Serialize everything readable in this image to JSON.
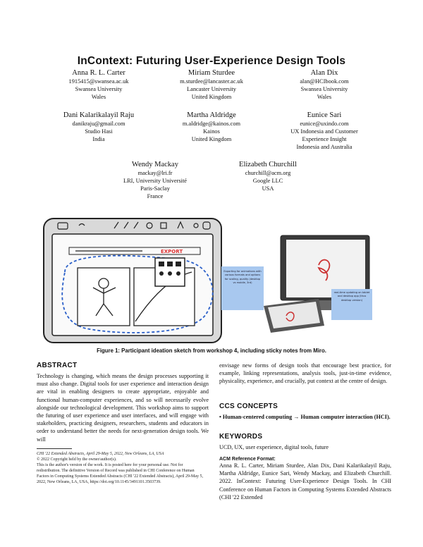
{
  "title": "InContext: Futuring User-Experience Design Tools",
  "authors": [
    {
      "name": "Anna R. L. Carter",
      "email": "1915415@swansea.ac.uk",
      "affil1": "Swansea University",
      "affil2": "Wales",
      "affil3": ""
    },
    {
      "name": "Miriam Sturdee",
      "email": "m.sturdee@lancaster.ac.uk",
      "affil1": "Lancaster University",
      "affil2": "United Kingdom",
      "affil3": ""
    },
    {
      "name": "Alan Dix",
      "email": "alan@HCIbook.com",
      "affil1": "Swansea University",
      "affil2": "Wales",
      "affil3": ""
    },
    {
      "name": "Dani Kalarikalayil Raju",
      "email": "danikraju@gmail.com",
      "affil1": "Studio Hasi",
      "affil2": "India",
      "affil3": ""
    },
    {
      "name": "Martha Aldridge",
      "email": "m.aldridge@kainos.com",
      "affil1": "Kainos",
      "affil2": "United Kingdom",
      "affil3": ""
    },
    {
      "name": "Eunice Sari",
      "email": "eunice@uxindo.com",
      "affil1": "UX Indonesia and Customer",
      "affil2": "Experience Insight",
      "affil3": "Indonesia and Australia"
    },
    {
      "name": "Wendy Mackay",
      "email": "mackay@lri.fr",
      "affil1": "LRI, University Université",
      "affil2": "Paris-Saclay",
      "affil3": "France"
    },
    {
      "name": "Elizabeth Churchill",
      "email": "churchill@acm.org",
      "affil1": "Google LLC",
      "affil2": "USA",
      "affil3": ""
    }
  ],
  "figure": {
    "caption": "Figure 1: Participant ideation sketch from workshop 4, including sticky notes from Miro.",
    "sketch_label": "EXPORT",
    "sticky1": "Exporting for animations with various formats and options for scaling, quality (desktop vs mobile, 3rd)",
    "sticky2": "real-time updating on tablet and desktop app (thus desktop version)"
  },
  "abstract": {
    "heading": "ABSTRACT",
    "text_left": "Technology is changing, which means the design processes supporting it must also change. Digital tools for user experience and interaction design are vital in enabling designers to create appropriate, enjoyable and functional human-computer experiences, and so will necessarily evolve alongside our technological development. This workshop aims to support the futuring of user experience and user interfaces, and will engage with stakeholders, practicing designers, researchers, students and educators in order to understand better the needs for next-generation design tools. We will",
    "text_right": "envisage new forms of design tools that encourage best practice, for example, linking representations, analysis tools, just-in-time evidence, physicality, experience, and crucially, put context at the centre of design."
  },
  "ccs": {
    "heading": "CCS CONCEPTS",
    "text": "• Human-centered computing → Human computer interaction (HCI)."
  },
  "keywords": {
    "heading": "KEYWORDS",
    "text": "UCD, UX, user experience, digital tools, future"
  },
  "reference": {
    "heading": "ACM Reference Format:",
    "text": "Anna R. L. Carter, Miriam Sturdee, Alan Dix, Dani Kalarikalayil Raju, Martha Aldridge, Eunice Sari, Wendy Mackay, and Elizabeth Churchill. 2022. InContext: Futuring User-Experience Design Tools. In CHI Conference on Human Factors in Computing Systems Extended Abstracts (CHI '22 Extended"
  },
  "footnote": {
    "line1": "CHI '22 Extended Abstracts, April 29-May 5, 2022, New Orleans, LA, USA",
    "line2": "© 2022 Copyright held by the owner/author(s).",
    "line3": "This is the author's version of the work. It is posted here for your personal use. Not for redistribution. The definitive Version of Record was published in CHI Conference on Human Factors in Computing Systems Extended Abstracts (CHI '22 Extended Abstracts), April 29-May 5, 2022, New Orleans, LA, USA, https://doi.org/10.1145/3491101.3503739."
  }
}
